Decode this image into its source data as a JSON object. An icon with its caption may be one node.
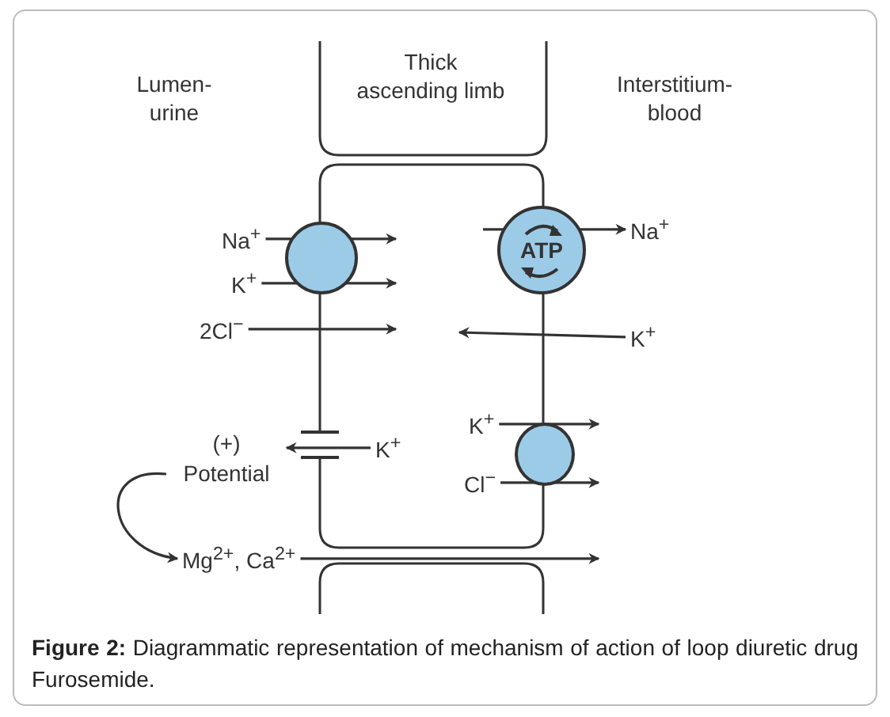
{
  "diagram": {
    "caption": "**Figure 2:** Diagrammatic representation of mechanism of action of loop diuretic drug Furosemide.",
    "nodes": [
      {
        "text": [
          "Na$^{+}$"
        ]
      },
      {
        "text": [],
        "shape": "circle"
      },
      {
        "text": [
          "K$^{+}$"
        ]
      },
      {
        "text": [
          "2Cl$^{−}$"
        ]
      },
      {
        "text": [
          "ATP"
        ]
      },
      {
        "text": [
          "Na$^{+}$"
        ]
      },
      {
        "text": [
          "K$^{+}$"
        ]
      },
      {
        "text": [
          "K$^{+}$"
        ]
      },
      {
        "text": [],
        "shape": "circle"
      },
      {
        "text": [
          "Cl$^{−}$"
        ]
      },
      {
        "text": [
          "(+)",
          "Potential"
        ]
      },
      {
        "text": [
          "K$^{+}$"
        ]
      },
      {
        "text": [
          "Mg$^{2+}$, Ca$^{2+}$"
        ]
      }
    ],
    "edges": [
      {
        "from": 0,
        "to": 1,
        "arrow": "to"
      },
      {
        "from": 2,
        "to": 1,
        "arrow": "to"
      },
      {
        "from": 3,
        "to": null,
        "arrow": "to"
      },
      {
        "from": 4,
        "to": 5,
        "arrow": "to"
      },
      {
        "from": 6,
        "to": null,
        "arrow": "to"
      },
      {
        "from": 7,
        "to": 8,
        "arrow": "to"
      },
      {
        "from": 9,
        "to": 8,
        "arrow": "to"
      },
      {
        "from": 11,
        "to": 10,
        "arrow": "to"
      },
      {
        "from": 10,
        "to": 12,
        "arrow": "to"
      },
      {
        "from": 12,
        "to": null,
        "arrow": "to"
      }
    ],
    "labels": [
      "Thick ascending limb",
      "Lumen-urine",
      "Interstitium-blood"
    ]
  }
}
